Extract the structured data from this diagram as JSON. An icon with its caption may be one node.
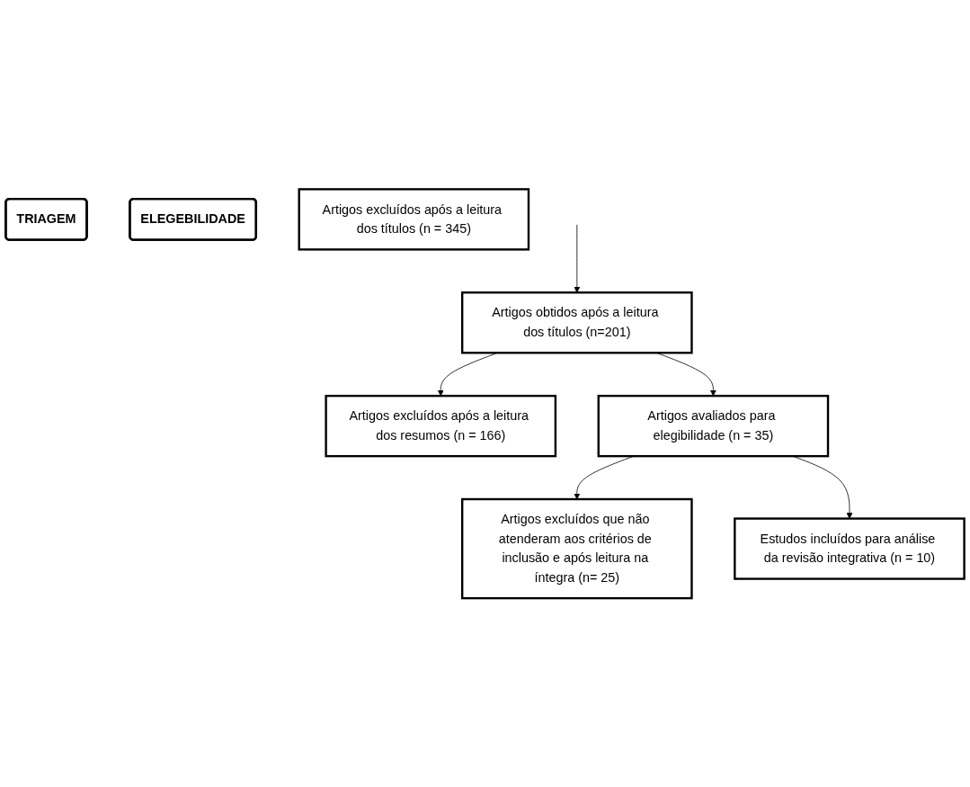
{
  "diagram": {
    "nodes": [
      {
        "text": [
          "TRIAGEM"
        ]
      },
      {
        "text": [
          "ELEGEBILIDADE"
        ]
      },
      {
        "text": [
          "Artigos excluídos após a leitura dos títulos (n = 345)"
        ]
      },
      {
        "text": [
          "Artigos obtidos após a leitura dos títulos (n=201)"
        ]
      },
      {
        "text": [
          "Artigos excluídos após a leitura dos resumos (n = 166)"
        ]
      },
      {
        "text": [
          "Artigos avaliados para elegibilidade (n = 35)"
        ]
      },
      {
        "text": [
          "Artigos excluídos que não atenderam aos critérios de inclusão e após leitura na íntegra (n= 25)"
        ]
      },
      {
        "text": [
          "Estudos incluídos para análise da revisão integrativa (n = 10)"
        ]
      }
    ],
    "edges": [
      {
        "from": null,
        "to": 3,
        "arrow": "to"
      },
      {
        "from": 3,
        "to": 5,
        "arrow": "to"
      },
      {
        "from": 3,
        "to": 4,
        "arrow": "to"
      },
      {
        "from": 5,
        "to": 6,
        "arrow": "to"
      },
      {
        "from": 5,
        "to": 7,
        "arrow": "to"
      }
    ]
  }
}
